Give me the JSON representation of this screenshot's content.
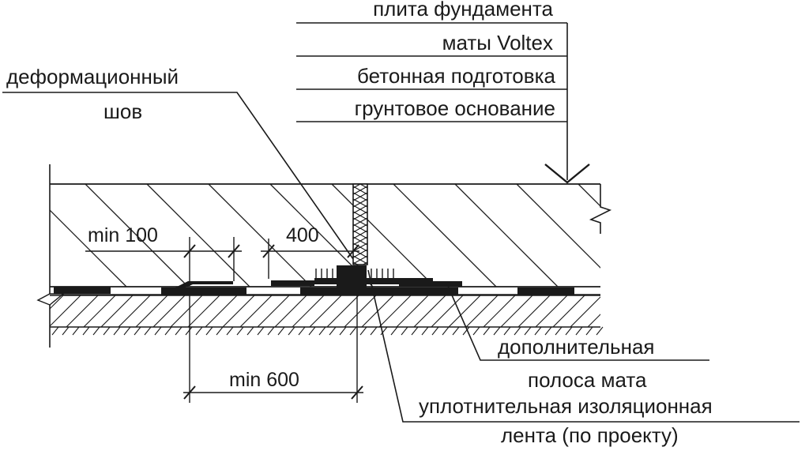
{
  "layers": {
    "items": [
      "плита фундамента",
      "маты Voltex",
      "бетонная подготовка",
      "грунтовое основание"
    ]
  },
  "joint_label": {
    "line1": "деформационный",
    "line2": "шов"
  },
  "dimensions": {
    "min100": "min 100",
    "d400": "400",
    "min600": "min 600"
  },
  "bottom_labels": {
    "extra_strip_1": "дополнительная",
    "extra_strip_2": "полоса мата",
    "sealing_tape_1": "уплотнительная изоляционная",
    "sealing_tape_2": "лента (по проекту)"
  },
  "colors": {
    "line": "#1a1a1a",
    "background": "#ffffff"
  }
}
